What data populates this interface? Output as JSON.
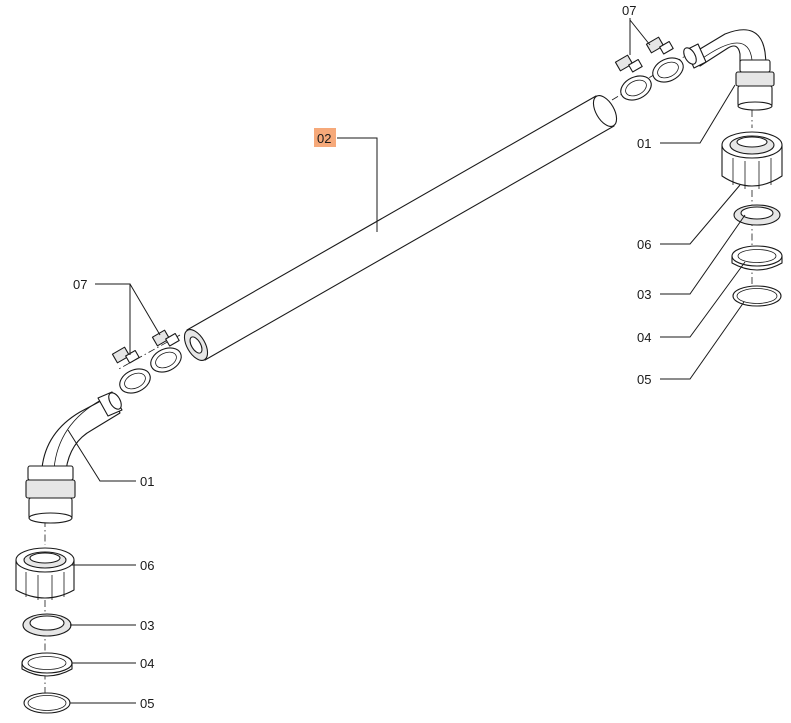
{
  "highlight_color": "#f6a97a",
  "callouts": {
    "c02": "02",
    "c07_top": "07",
    "c01_right": "01",
    "c06_right": "06",
    "c03_right": "03",
    "c04_right": "04",
    "c05_right": "05",
    "c07_left": "07",
    "c01_left": "01",
    "c06_left": "06",
    "c03_left": "03",
    "c04_left": "04",
    "c05_left": "05"
  }
}
